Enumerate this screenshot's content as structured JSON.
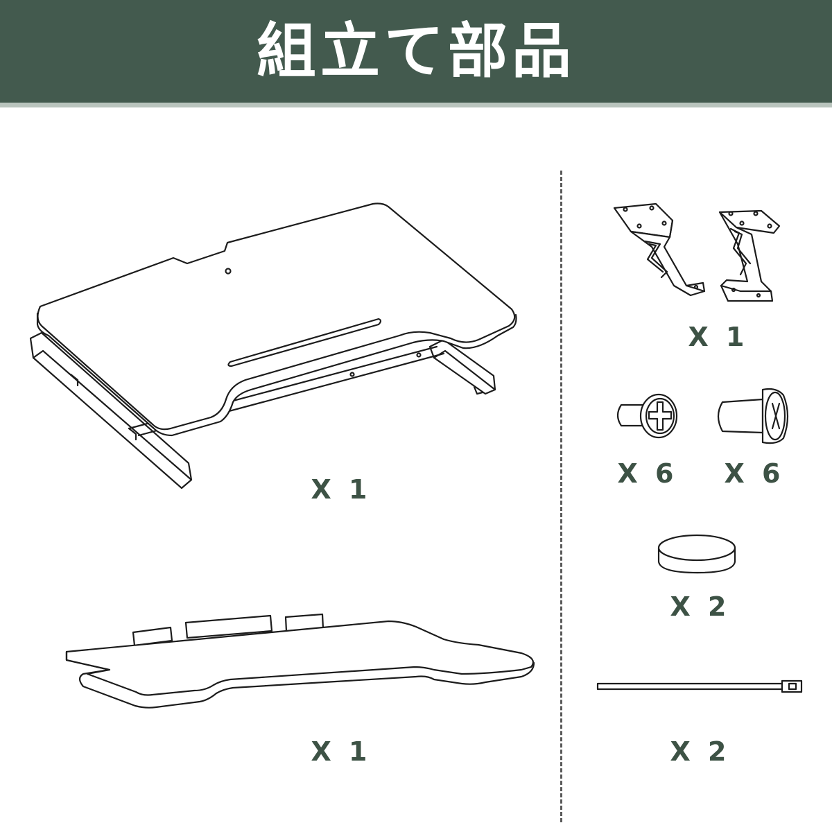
{
  "header": {
    "title": "組立て部品",
    "bg_color": "#435a4e",
    "title_color": "#ffffff"
  },
  "accent_color": "#3d5245",
  "parts": [
    {
      "name": "upper-desktop-platform",
      "quantity": "X 1"
    },
    {
      "name": "keyboard-tray",
      "quantity": "X 1"
    },
    {
      "name": "mounting-bracket-pair",
      "quantity": "X 1"
    },
    {
      "name": "small-screw",
      "quantity": "X 6"
    },
    {
      "name": "large-screw",
      "quantity": "X 6"
    },
    {
      "name": "rubber-foot-pad",
      "quantity": "X 2"
    },
    {
      "name": "cable-tie",
      "quantity": "X 2"
    }
  ]
}
